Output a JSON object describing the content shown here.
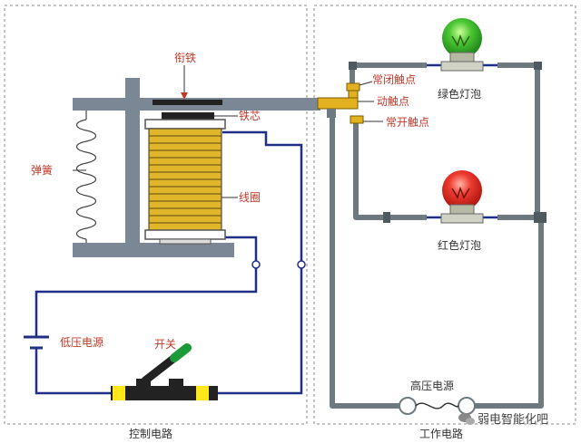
{
  "labels": {
    "armature": "衔铁",
    "core": "铁芯",
    "spring": "弹簧",
    "coil": "线圈",
    "low_voltage_source": "低压电源",
    "switch": "开关",
    "nc_contact": "常闭触点",
    "moving_contact": "动触点",
    "no_contact": "常开触点",
    "green_bulb": "绿色灯泡",
    "red_bulb": "红色灯泡",
    "high_voltage_source": "高压电源"
  },
  "sections": {
    "control": "控制电路",
    "working": "工作电路"
  },
  "watermark": "弱电智能化吧",
  "colors": {
    "wire_blue": "#1f2f86",
    "pipe_gray": "#6d7b80",
    "frame_gray": "#7f8a96",
    "coil_gold": "#e2b62b",
    "contact_gold": "#e3b11f",
    "label_red": "#c0392b",
    "green_bulb": "#3dbb2c",
    "red_bulb": "#e8332c"
  },
  "icons": [
    "relay-coil",
    "spring-icon",
    "battery-icon",
    "knife-switch-icon",
    "green-bulb-icon",
    "red-bulb-icon",
    "fuse-icon",
    "wechat-icon"
  ]
}
